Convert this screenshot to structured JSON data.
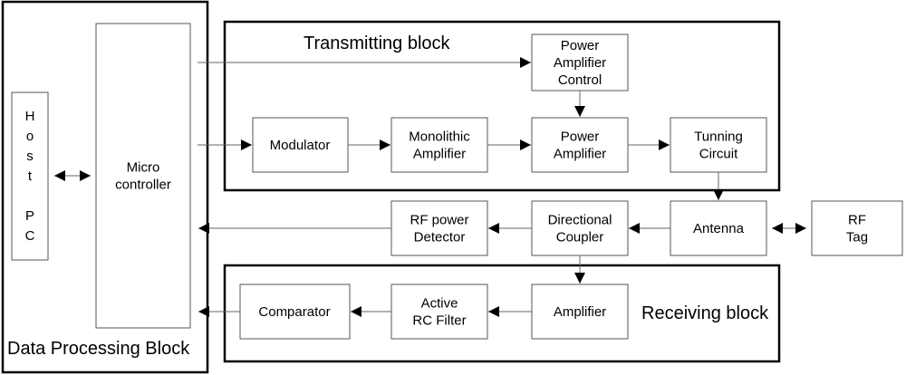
{
  "groups": {
    "data_processing": "Data Processing Block",
    "transmitting": "Transmitting block",
    "receiving": "Receiving block"
  },
  "blocks": {
    "host_pc": [
      "H",
      "o",
      "s",
      "t",
      "",
      "P",
      "C"
    ],
    "microcontroller": [
      "Micro",
      "controller"
    ],
    "power_amplifier_control": [
      "Power",
      "Amplifier",
      "Control"
    ],
    "modulator": [
      "Modulator"
    ],
    "monolithic_amplifier": [
      "Monolithic",
      "Amplifier"
    ],
    "power_amplifier": [
      "Power",
      "Amplifier"
    ],
    "tunning_circuit": [
      "Tunning",
      "Circuit"
    ],
    "rf_power_detector": [
      "RF power",
      "Detector"
    ],
    "directional_coupler": [
      "Directional",
      "Coupler"
    ],
    "antenna": [
      "Antenna"
    ],
    "rf_tag": [
      "RF",
      "Tag"
    ],
    "comparator": [
      "Comparator"
    ],
    "active_rc_filter": [
      "Active",
      "RC Filter"
    ],
    "amplifier": [
      "Amplifier"
    ]
  }
}
